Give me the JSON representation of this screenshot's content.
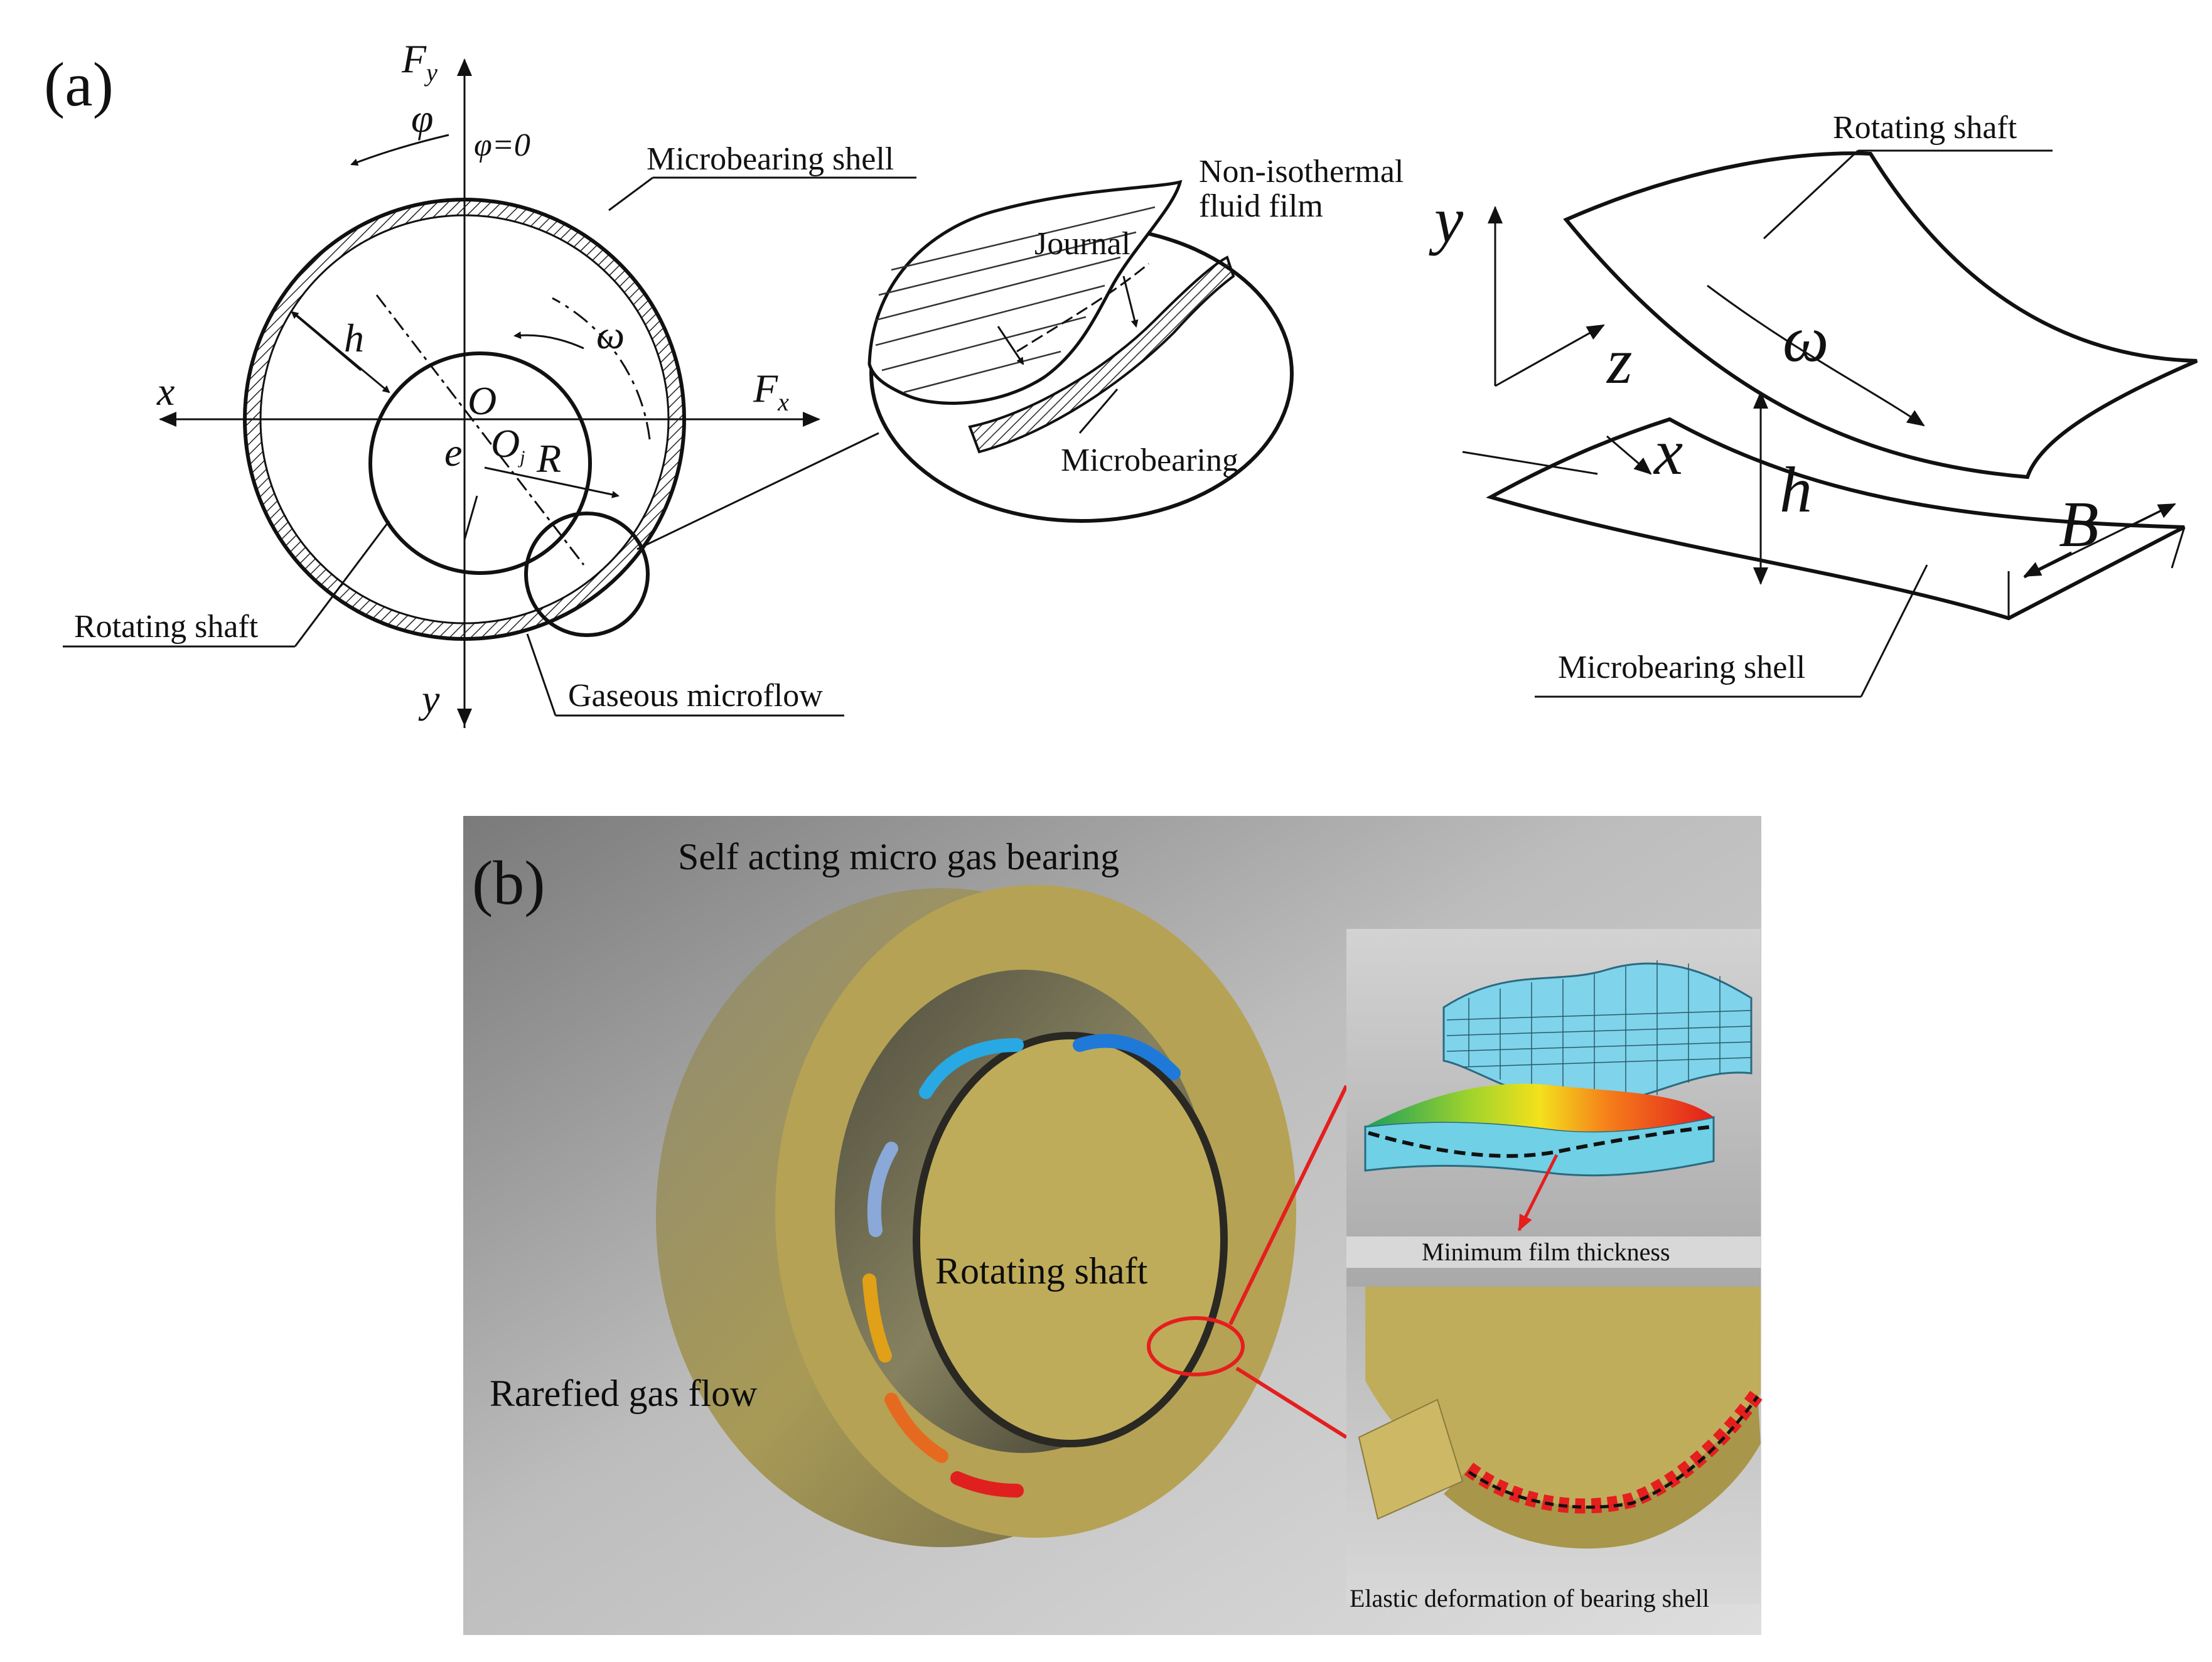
{
  "panel_a": {
    "label": "(a)",
    "axis_fy": "F",
    "axis_fy_sub": "y",
    "axis_fx": "F",
    "axis_fx_sub": "x",
    "axis_x": "x",
    "axis_y": "y",
    "phi": "φ",
    "phi_zero": "φ=0",
    "omega": "ω",
    "h": "h",
    "origin": "O",
    "oj": "O",
    "oj_sub": "j",
    "e": "e",
    "r": "R",
    "microbearing_shell": "Microbearing shell",
    "rotating_shaft": "Rotating shaft",
    "gaseous_microflow": "Gaseous microflow",
    "non_isothermal_1": "Non-isothermal",
    "non_isothermal_2": "fluid film",
    "journal": "Journal",
    "microbearing": "Microbearing",
    "right_rotating_shaft": "Rotating shaft",
    "right_microbearing_shell": "Microbearing shell",
    "right_y": "y",
    "right_z": "z",
    "right_x": "x",
    "right_h": "h",
    "right_b": "B",
    "right_omega": "ω"
  },
  "panel_b": {
    "label": "(b)",
    "title": "Self acting micro gas bearing",
    "rotating_shaft": "Rotating shaft",
    "rarefied_gas_flow": "Rarefied gas flow",
    "min_film_thickness": "Minimum film thickness",
    "elastic_deformation": "Elastic deformation of bearing shell"
  },
  "colors": {
    "bearing_gold": "#b7a24e",
    "bearing_face": "#c1ad5c",
    "highlight_red": "#e51e1e",
    "mesh_blue": "#7fd3ea",
    "background_gray": "#8a8a8a"
  }
}
